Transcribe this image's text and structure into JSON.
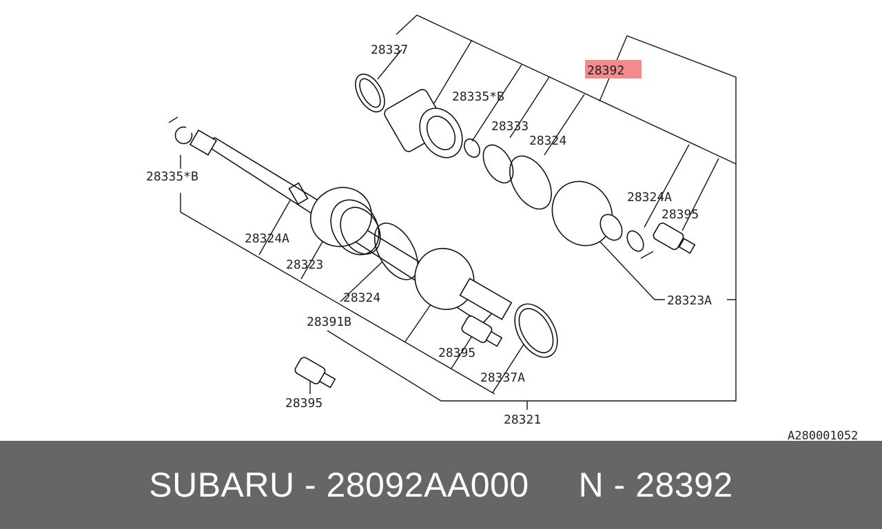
{
  "diagram": {
    "labels": {
      "l28337": "28337",
      "l28335b_top": "28335*B",
      "l28333": "28333",
      "l28324_top": "28324",
      "l28392": "28392",
      "l28324a_right": "28324A",
      "l28395_right": "28395",
      "l28323a": "28323A",
      "l28335b_left": "28335*B",
      "l28324a_left": "28324A",
      "l28323": "28323",
      "l28324_mid": "28324",
      "l28391b": "28391B",
      "l28395_mid": "28395",
      "l28337a": "28337A",
      "l28395_bottom": "28395",
      "l28321": "28321"
    },
    "highlight_color": "#f28b8b",
    "catalog_code": "A280001052"
  },
  "footer": {
    "text": "SUBARU - 28092AA000     N - 28392",
    "background": "#666666"
  }
}
